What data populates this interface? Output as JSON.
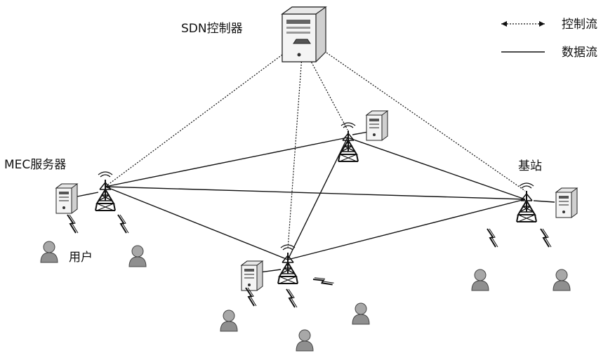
{
  "labels": {
    "sdn_controller": "SDN控制器",
    "mec_server": "MEC服务器",
    "base_station": "基站",
    "user": "用户"
  },
  "legend": {
    "control_flow": "控制流",
    "data_flow": "数据流"
  },
  "colors": {
    "line": "#111111",
    "server_body": "#f2f2f2",
    "server_side": "#c8c8c8",
    "user_fill": "#9a9a9a",
    "user_shade": "#6e6e6e"
  },
  "icons": [
    "server-icon",
    "antenna-tower-icon",
    "user-icon",
    "wireless-bolt-icon",
    "controller-server-icon"
  ]
}
